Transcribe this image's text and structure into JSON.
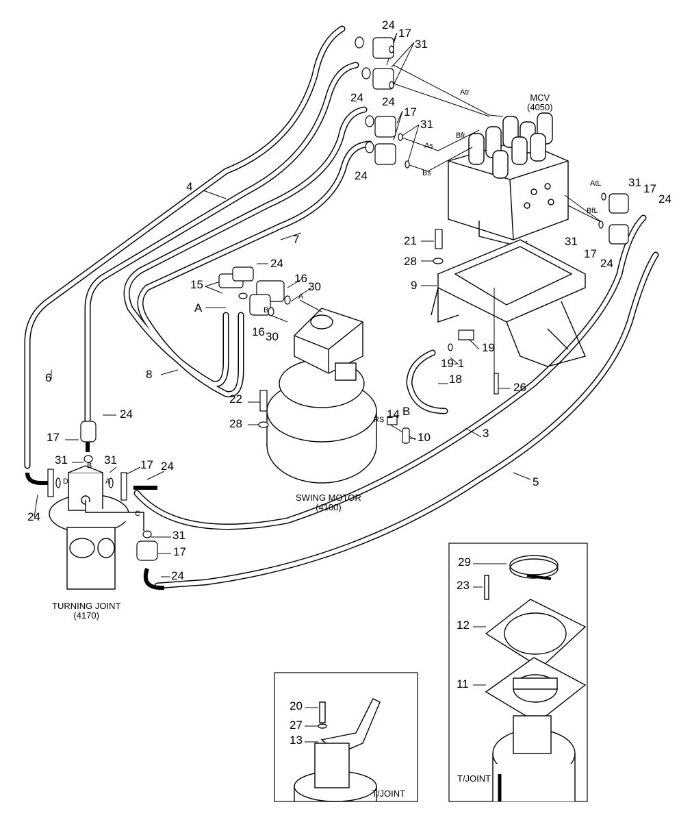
{
  "title": "Swing motor / turning joint hydraulic piping",
  "components": {
    "mcv": {
      "name": "MCV",
      "code": "(4050)"
    },
    "swing_motor": {
      "name": "SWING MOTOR",
      "code": "(4100)"
    },
    "turning_joint": {
      "name": "TURNING JOINT",
      "code": "(4170)"
    },
    "detail_right": {
      "name": "T/JOINT"
    },
    "detail_left": {
      "name": "T/JOINT"
    }
  },
  "ports": {
    "atr": "Atr",
    "bfr": "Bfr",
    "as": "As",
    "bs": "Bs",
    "atl": "AtL",
    "bfl": "BfL",
    "a1": "A",
    "a2": "A",
    "b1": "B",
    "b2": "B",
    "rs": "RS",
    "tj_b": "B",
    "tj_d": "D",
    "tj_a": "A",
    "tj_c": "C"
  },
  "callouts": [
    "24",
    "17",
    "31",
    "24",
    "24",
    "17",
    "31",
    "24",
    "31",
    "17",
    "24",
    "31",
    "17",
    "24",
    "21",
    "28",
    "9",
    "4",
    "7",
    "24",
    "15",
    "16",
    "30",
    "16",
    "30",
    "19",
    "19-1",
    "18",
    "8",
    "6",
    "26",
    "22",
    "14",
    "B",
    "24",
    "28",
    "10",
    "3",
    "17",
    "31",
    "31",
    "17",
    "24",
    "5",
    "24",
    "31",
    "17",
    "24",
    "29",
    "23",
    "12",
    "11",
    "20",
    "27",
    "13"
  ]
}
